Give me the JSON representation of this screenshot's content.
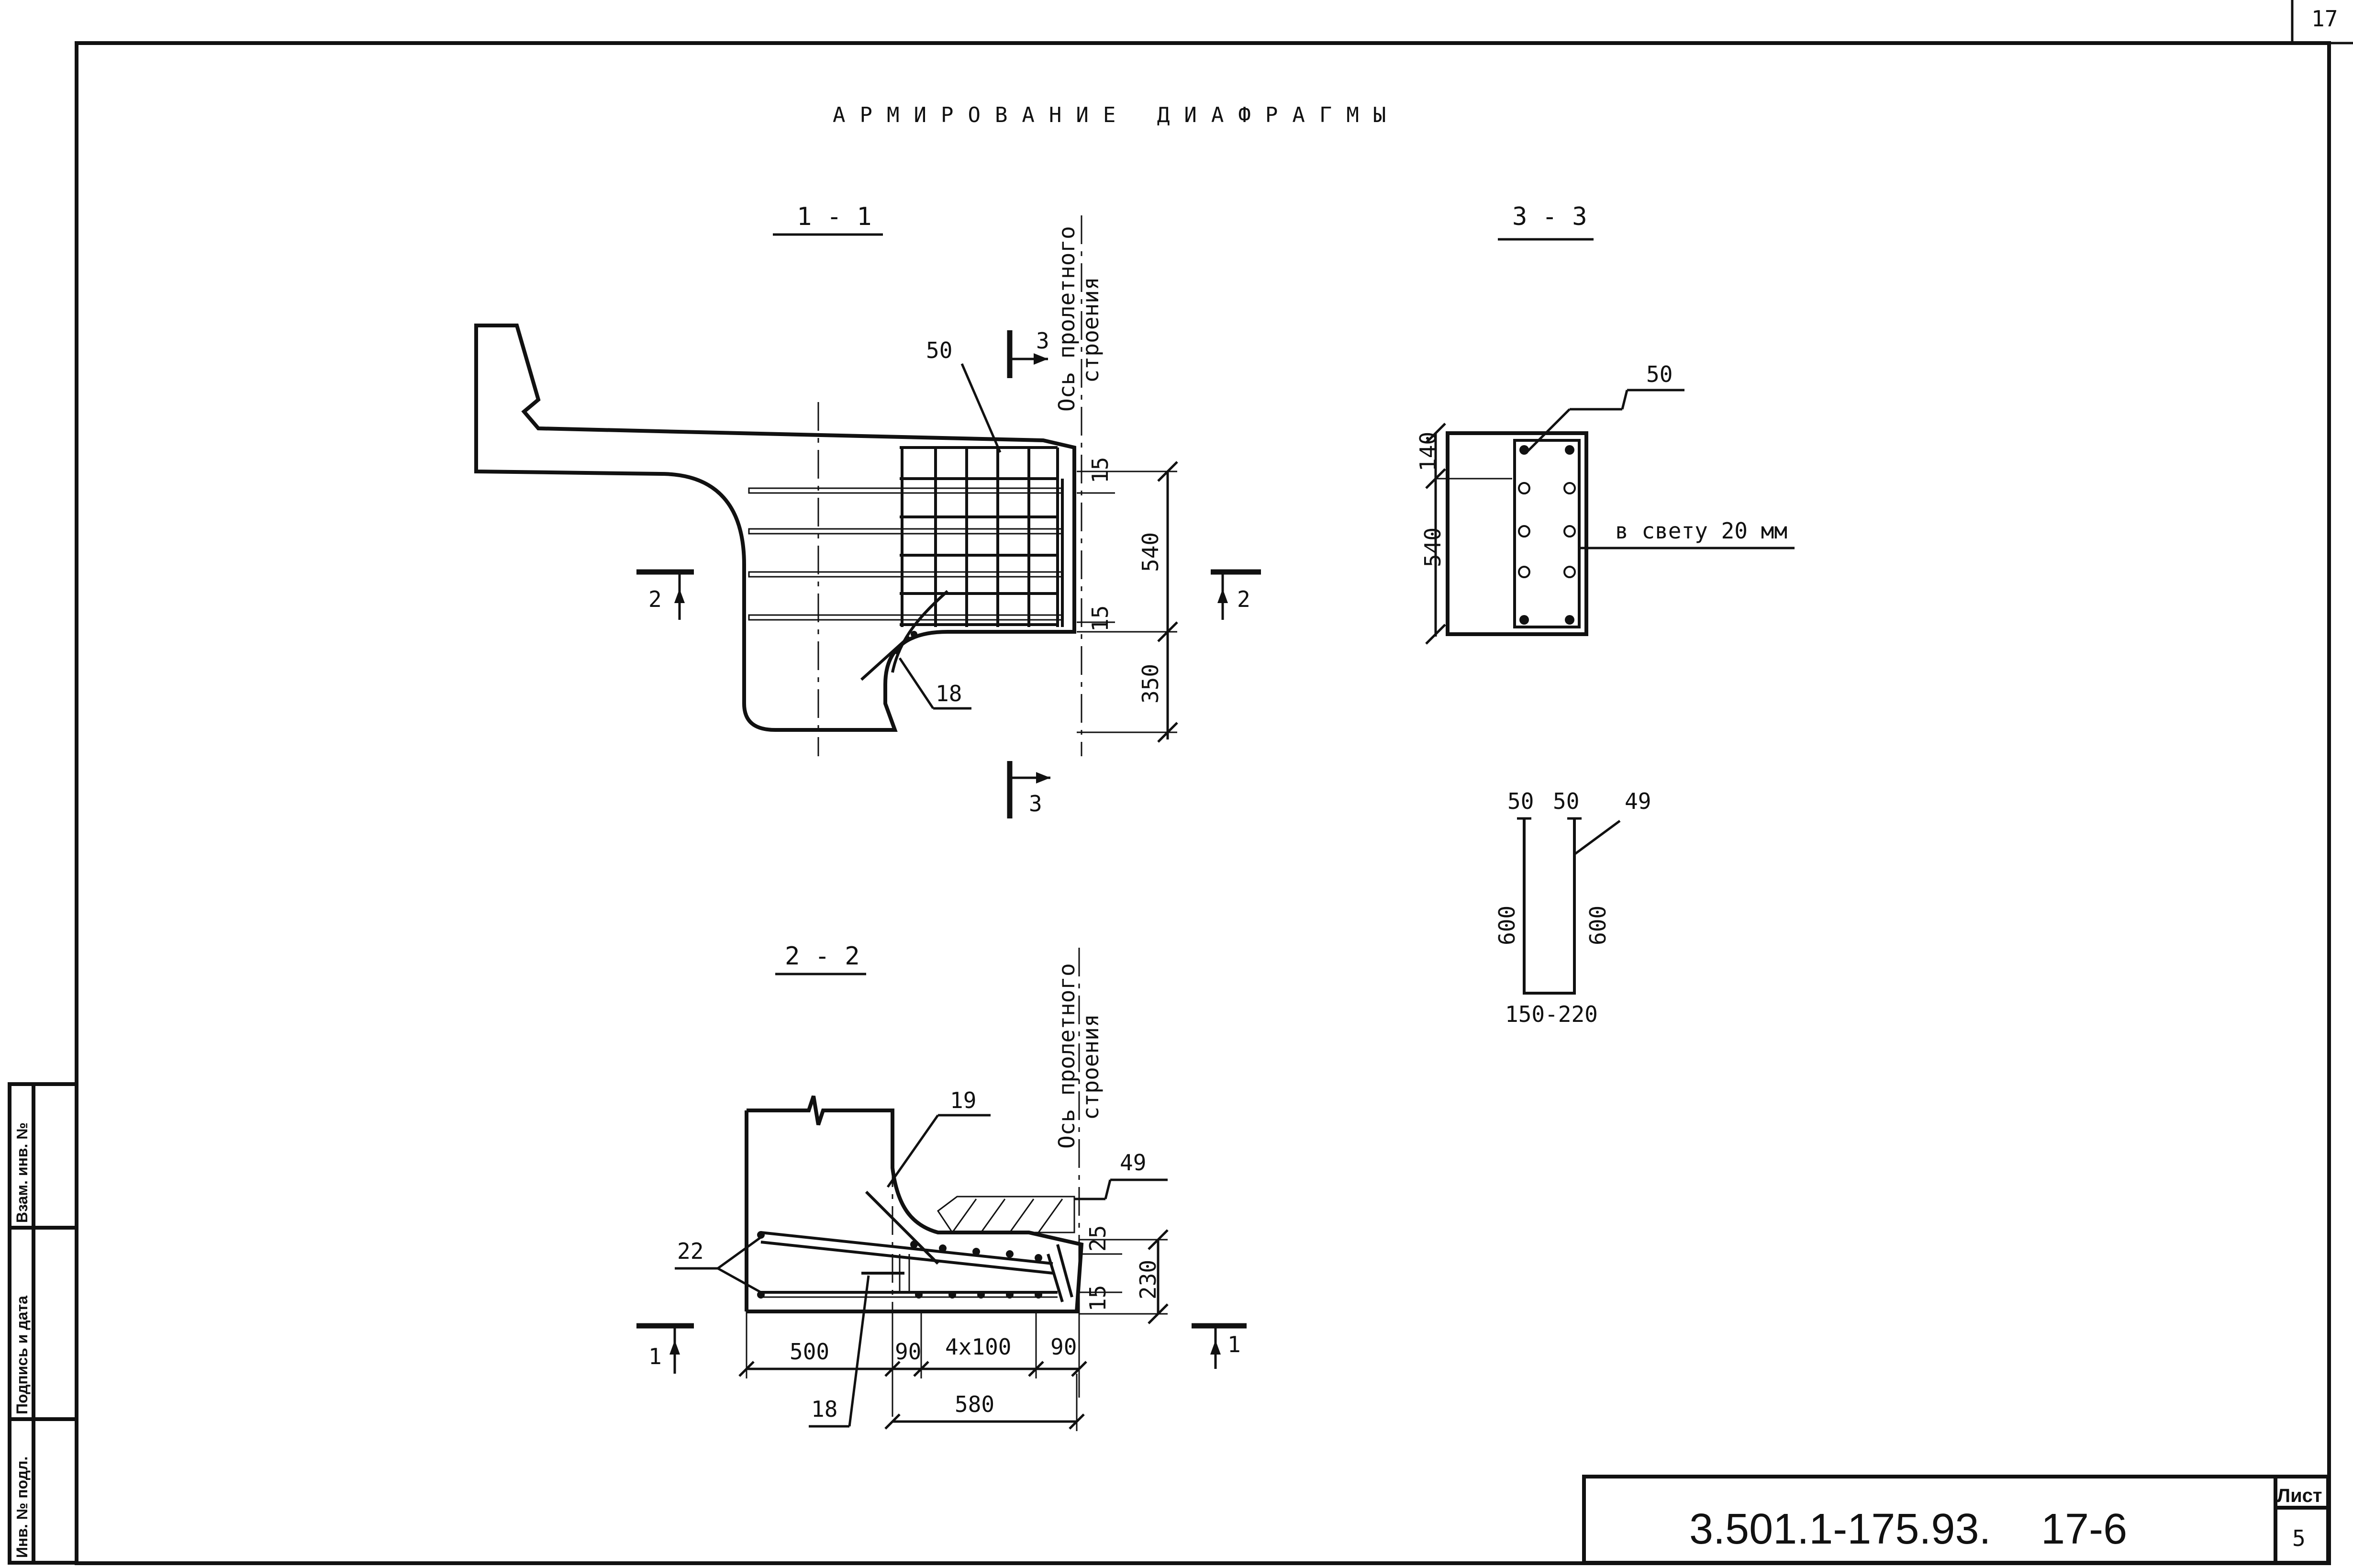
{
  "page_number": "17",
  "title": "АРМИРОВАНИЕ ДИАФРАГМЫ",
  "section_1": {
    "label": "1 - 1",
    "axis_label_line1": "Ось пролетного",
    "axis_label_line2": "строения",
    "callout_50": "50",
    "callout_18": "18",
    "cut_3_top": "3",
    "cut_3_bottom": "3",
    "cut_2_left": "2",
    "cut_2_right": "2",
    "dim_15_top": "15",
    "dim_540": "540",
    "dim_15_bottom": "15",
    "dim_350": "350"
  },
  "section_3": {
    "label": "3 - 3",
    "callout_50": "50",
    "dim_140": "140",
    "dim_540": "540",
    "clear_note": "в свету 20 мм"
  },
  "bar_49": {
    "dim_50_left": "50",
    "dim_50_right": "50",
    "callout_49": "49",
    "dim_600_left": "600",
    "dim_600_right": "600",
    "dim_width": "150-220"
  },
  "section_2": {
    "label": "2 - 2",
    "axis_label_line1": "Ось пролетного",
    "axis_label_line2": "строения",
    "callout_19": "19",
    "callout_49": "49",
    "callout_22": "22",
    "callout_18": "18",
    "dim_25": "25",
    "dim_230": "230",
    "dim_15": "15",
    "dim_500": "500",
    "dim_90_left": "90",
    "dim_4x100": "4x100",
    "dim_90_right": "90",
    "dim_580": "580",
    "cut_1_left": "1",
    "cut_1_right": "1"
  },
  "stamp": {
    "col_1": "Инв. № подл.",
    "col_2": "Подпись и дата",
    "col_3": "Взам. инв. №"
  },
  "title_block": {
    "doc_code": "3.501.1-175.93.",
    "doc_sheet": "17-6",
    "sheet_label": "Лист",
    "sheet_number": "5"
  }
}
